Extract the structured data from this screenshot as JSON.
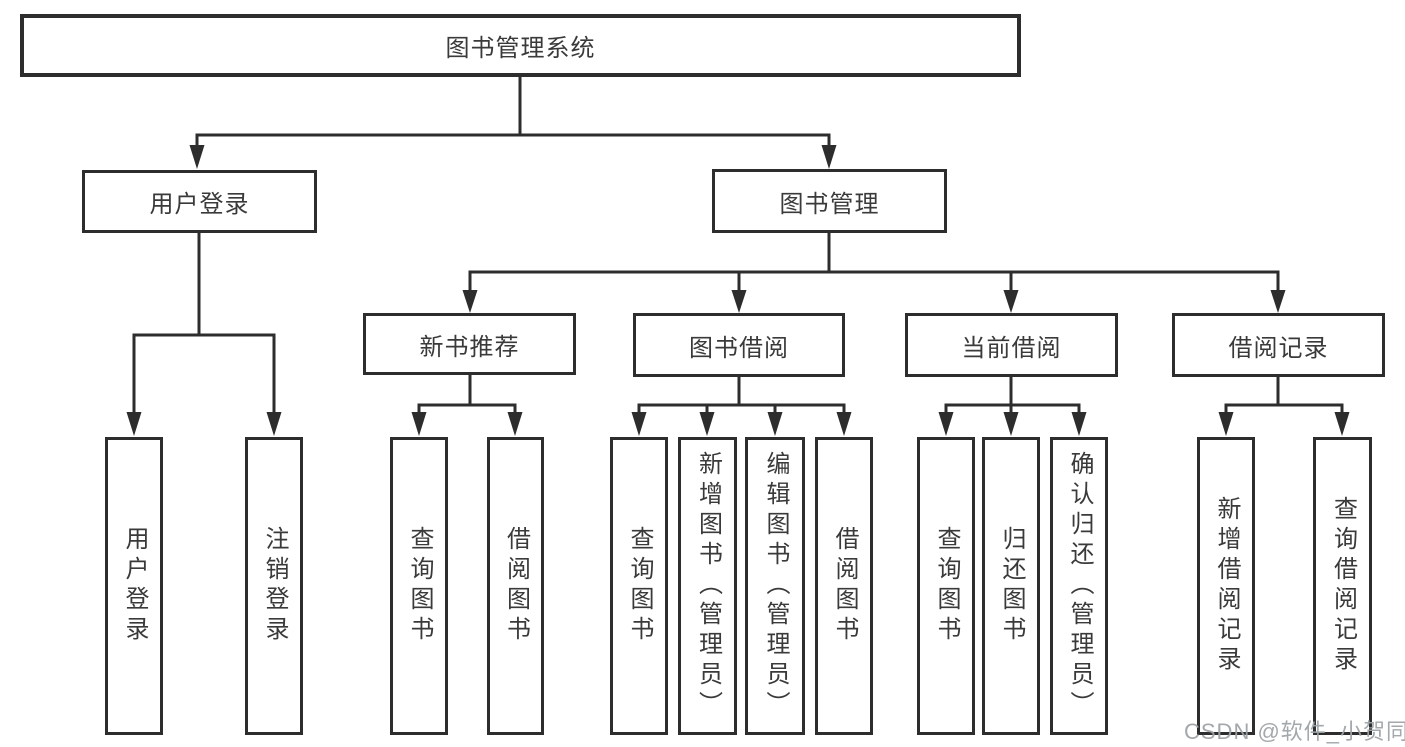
{
  "diagram": {
    "type": "hierarchy-tree",
    "title": "图书管理系统",
    "colors": {
      "line": "#2d2d2d",
      "border": "#2d2d2d",
      "text": "#3a3a3a",
      "background": "#ffffff",
      "watermark": "#9ea3a8"
    },
    "watermark": "CSDN @软件_小贺同学"
  },
  "nodes": {
    "root": {
      "label": "图书管理系统"
    },
    "user_login": {
      "label": "用户登录"
    },
    "book_mgmt": {
      "label": "图书管理"
    },
    "new_book_rec": {
      "label": "新书推荐"
    },
    "book_borrow": {
      "label": "图书借阅"
    },
    "current_borrow": {
      "label": "当前借阅"
    },
    "borrow_records": {
      "label": "借阅记录"
    },
    "leaf_user_login": {
      "label": "用户登录"
    },
    "leaf_logout": {
      "label": "注销登录"
    },
    "leaf_nbr_query": {
      "label": "查询图书"
    },
    "leaf_nbr_borrow": {
      "label": "借阅图书"
    },
    "leaf_bb_query": {
      "label": "查询图书"
    },
    "leaf_bb_add": {
      "label": "新增图书（管理员）"
    },
    "leaf_bb_edit": {
      "label": "编辑图书（管理员）"
    },
    "leaf_bb_borrow": {
      "label": "借阅图书"
    },
    "leaf_cb_query": {
      "label": "查询图书"
    },
    "leaf_cb_return": {
      "label": "归还图书"
    },
    "leaf_cb_confirm": {
      "label": "确认归还（管理员）"
    },
    "leaf_br_add": {
      "label": "新增借阅记录"
    },
    "leaf_br_query": {
      "label": "查询借阅记录"
    }
  },
  "tree": {
    "图书管理系统": {
      "用户登录": [
        "用户登录",
        "注销登录"
      ],
      "图书管理": {
        "新书推荐": [
          "查询图书",
          "借阅图书"
        ],
        "图书借阅": [
          "查询图书",
          "新增图书（管理员）",
          "编辑图书（管理员）",
          "借阅图书"
        ],
        "当前借阅": [
          "查询图书",
          "归还图书",
          "确认归还（管理员）"
        ],
        "借阅记录": [
          "新增借阅记录",
          "查询借阅记录"
        ]
      }
    }
  }
}
